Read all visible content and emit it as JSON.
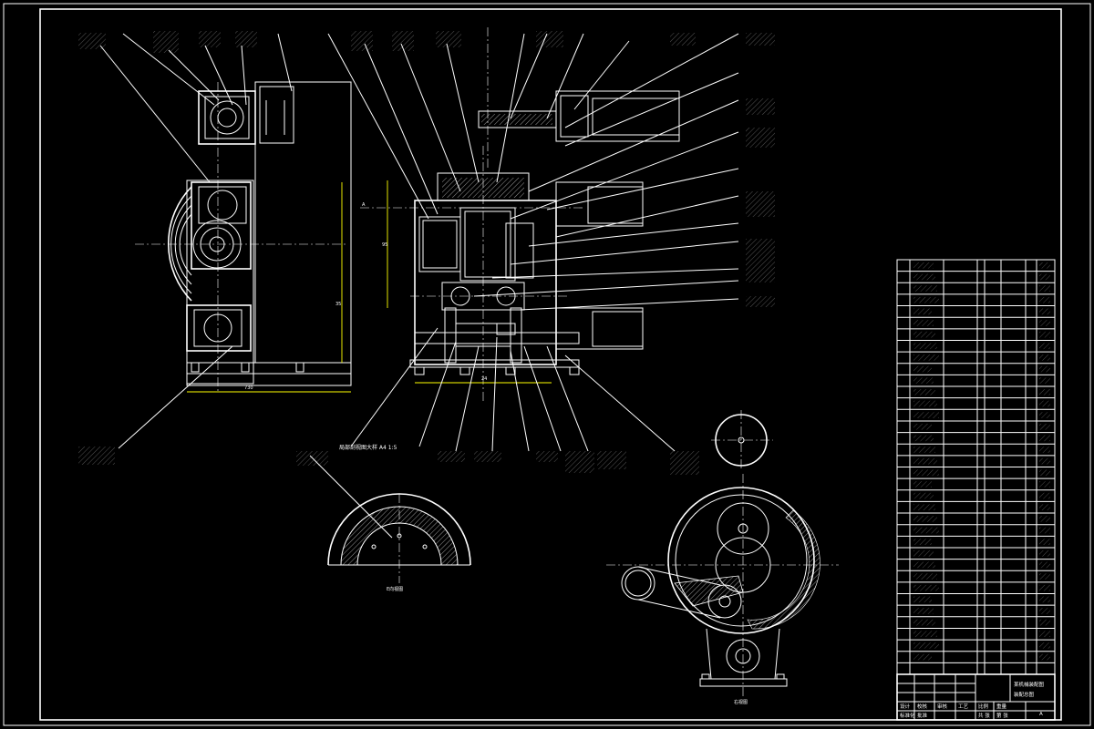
{
  "drawing": {
    "sheet": "A",
    "views": [
      {
        "id": "left-side-view"
      },
      {
        "id": "section-view",
        "dim_label": "A"
      },
      {
        "id": "partial-view",
        "caption": "E向视图"
      },
      {
        "id": "end-view",
        "caption": "右视图"
      },
      {
        "id": "small-disc-view"
      }
    ],
    "notes": {
      "section_note": "局部剖视图大样  A4 1:5"
    },
    "dimensions": {
      "left_width": "730",
      "left_height": "35",
      "section_height": "95",
      "section_base": "24"
    },
    "title_block": {
      "name": "某机械装配图",
      "drawing_no": "装配总图",
      "scale": "A",
      "cells": [
        "设计",
        "校核",
        "审核",
        "工艺",
        "标准化",
        "批准",
        "比例",
        "重量",
        "共 张",
        "第 张"
      ]
    },
    "bom_rows": 36
  }
}
